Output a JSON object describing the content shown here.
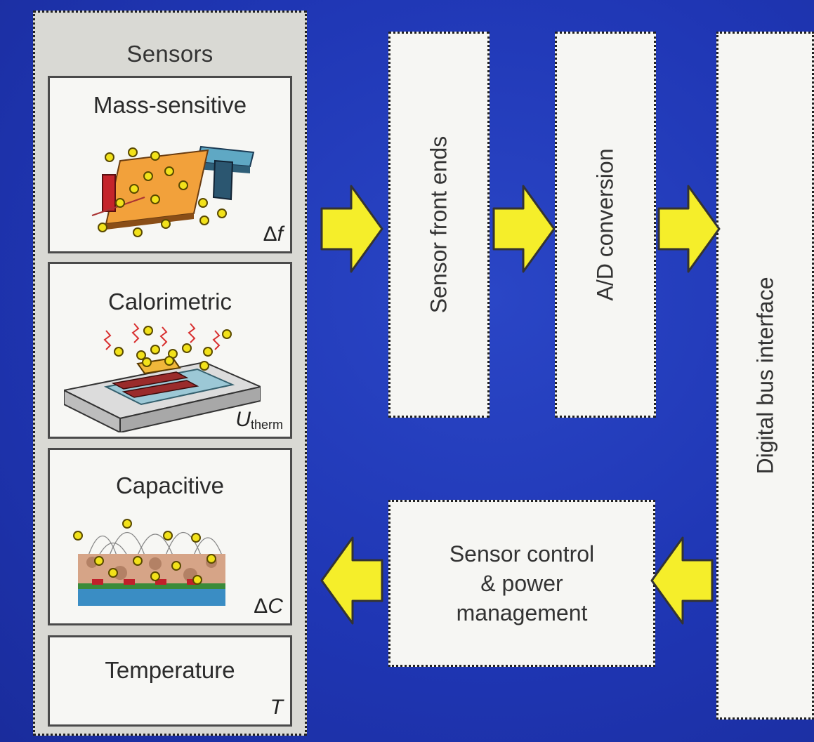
{
  "sensors": {
    "title": "Sensors",
    "items": [
      {
        "label": "Mass-sensitive",
        "symbol_prefix": "Δ",
        "symbol_var": "f",
        "symbol_sub": ""
      },
      {
        "label": "Calorimetric",
        "symbol_prefix": "",
        "symbol_var": "U",
        "symbol_sub": "therm"
      },
      {
        "label": "Capacitive",
        "symbol_prefix": "Δ",
        "symbol_var": "C",
        "symbol_sub": ""
      },
      {
        "label": "Temperature",
        "symbol_prefix": "",
        "symbol_var": "T",
        "symbol_sub": ""
      }
    ]
  },
  "blocks": {
    "front_ends": "Sensor front ends",
    "ad_conversion": "A/D conversion",
    "digital_bus": "Digital bus interface",
    "control": [
      "Sensor control",
      "& power",
      "management"
    ]
  },
  "colors": {
    "background": "#1f36b4",
    "arrow_fill": "#f5ee2a",
    "arrow_stroke": "#333333",
    "panel": "#d9d9d4",
    "box": "#f6f6f3",
    "molecule": "#f2e21a"
  }
}
